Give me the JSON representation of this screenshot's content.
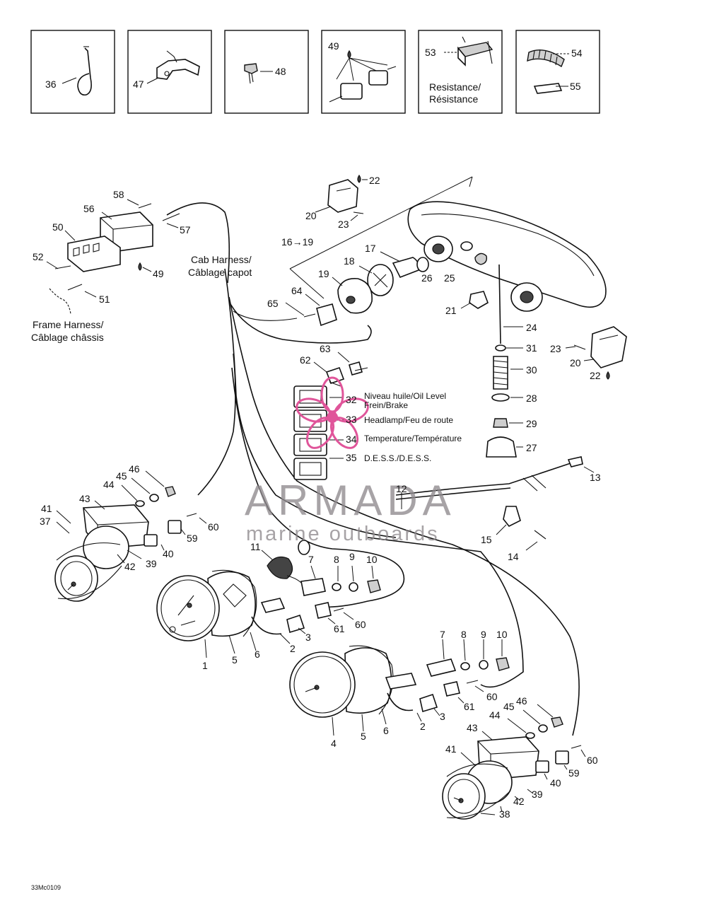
{
  "diagram_code": "33Mc0109",
  "watermark": {
    "title": "ARMADA",
    "subtitle": "marine outboards",
    "accent_color": "#e0559a"
  },
  "labels": {
    "cab_harness_en": "Cab Harness/",
    "cab_harness_fr": "Câblage capot",
    "frame_harness_en": "Frame Harness/",
    "frame_harness_fr": "Câblage châssis",
    "resistance_en": "Resistance/",
    "resistance_fr": "Résistance",
    "switch_32": "Niveau huile/Oil Level",
    "switch_32b": "Frein/Brake",
    "switch_33": "Headlamp/Feu de route",
    "switch_34": "Temperature/Température",
    "switch_35": "D.E.S.S./D.E.S.S.",
    "range_16_19": "16→19"
  },
  "callouts": {
    "p1": "1",
    "p2": "2",
    "p3": "3",
    "p4": "4",
    "p5": "5",
    "p6": "6",
    "p7": "7",
    "p8": "8",
    "p9": "9",
    "p10": "10",
    "p11": "11",
    "p12": "12",
    "p13": "13",
    "p14": "14",
    "p15": "15",
    "p17": "17",
    "p18": "18",
    "p19": "19",
    "p20": "20",
    "p21": "21",
    "p22": "22",
    "p23": "23",
    "p24": "24",
    "p25": "25",
    "p26": "26",
    "p27": "27",
    "p28": "28",
    "p29": "29",
    "p30": "30",
    "p31": "31",
    "p32": "32",
    "p33": "33",
    "p34": "34",
    "p35": "35",
    "p36": "36",
    "p37": "37",
    "p38": "38",
    "p39": "39",
    "p40": "40",
    "p41": "41",
    "p42": "42",
    "p43": "43",
    "p44": "44",
    "p45": "45",
    "p46": "46",
    "p47": "47",
    "p48": "48",
    "p49": "49",
    "p50": "50",
    "p51": "51",
    "p52": "52",
    "p53": "53",
    "p54": "54",
    "p55": "55",
    "p56": "56",
    "p57": "57",
    "p58": "58",
    "p59": "59",
    "p60": "60",
    "p61": "61",
    "p62": "62",
    "p63": "63",
    "p64": "64",
    "p65": "65"
  }
}
